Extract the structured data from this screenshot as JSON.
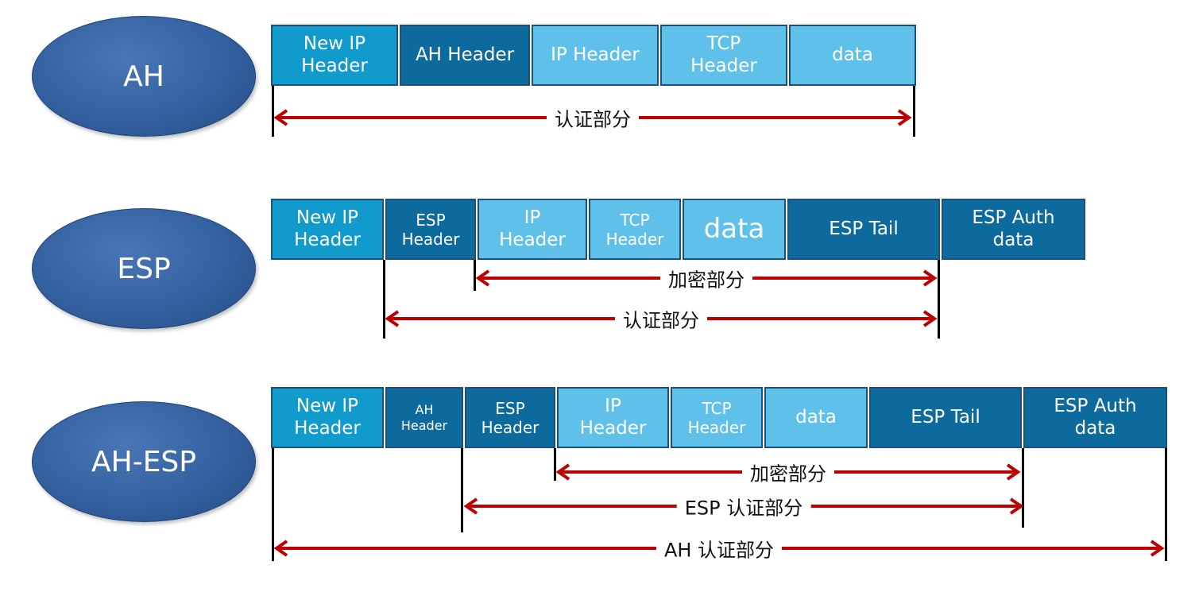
{
  "rows": [
    {
      "name": "AH",
      "cells": [
        {
          "label": "New IP\nHeader",
          "tone": "mid"
        },
        {
          "label": "AH Header",
          "tone": "dark"
        },
        {
          "label": "IP Header",
          "tone": "light"
        },
        {
          "label": "TCP\nHeader",
          "tone": "light"
        },
        {
          "label": "data",
          "tone": "light"
        }
      ],
      "spans": [
        {
          "label": "认证部分"
        }
      ]
    },
    {
      "name": "ESP",
      "cells": [
        {
          "label": "New IP\nHeader",
          "tone": "mid"
        },
        {
          "label": "ESP\nHeader",
          "tone": "dark"
        },
        {
          "label": "IP\nHeader",
          "tone": "light"
        },
        {
          "label": "TCP\nHeader",
          "tone": "light"
        },
        {
          "label": "data",
          "tone": "light"
        },
        {
          "label": "ESP Tail",
          "tone": "dark"
        },
        {
          "label": "ESP Auth\ndata",
          "tone": "dark"
        }
      ],
      "spans": [
        {
          "label": "加密部分"
        },
        {
          "label": "认证部分"
        }
      ]
    },
    {
      "name": "AH-ESP",
      "cells": [
        {
          "label": "New IP\nHeader",
          "tone": "mid"
        },
        {
          "label": "AH\nHeader",
          "tone": "dark"
        },
        {
          "label": "ESP\nHeader",
          "tone": "dark"
        },
        {
          "label": "IP\nHeader",
          "tone": "light"
        },
        {
          "label": "TCP\nHeader",
          "tone": "light"
        },
        {
          "label": "data",
          "tone": "light"
        },
        {
          "label": "ESP Tail",
          "tone": "dark"
        },
        {
          "label": "ESP Auth\ndata",
          "tone": "dark"
        }
      ],
      "spans": [
        {
          "label": "加密部分"
        },
        {
          "label": "ESP 认证部分"
        },
        {
          "label": "AH 认证部分"
        }
      ]
    }
  ],
  "colors": {
    "ellipse": "#33609f",
    "cell_mid": "#119acc",
    "cell_dark": "#0d6a9c",
    "cell_light": "#5fc0ea",
    "arrow": "#c00000",
    "boundary": "#000000"
  }
}
